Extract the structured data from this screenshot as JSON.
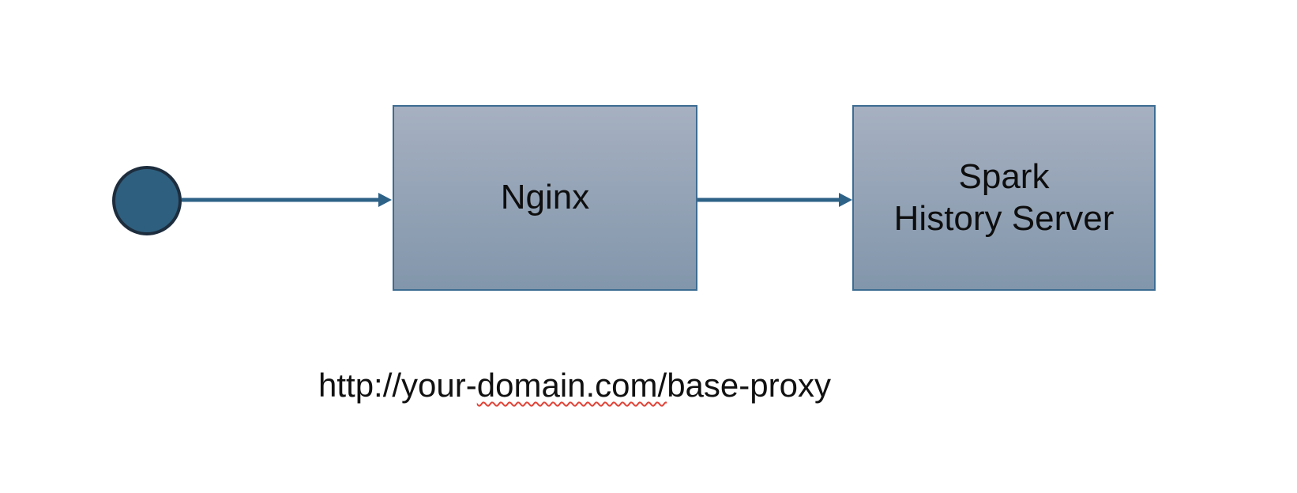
{
  "diagram": {
    "nodes": {
      "start": {
        "type": "circle-start-node"
      },
      "nginx": {
        "label": "Nginx"
      },
      "spark": {
        "label": "Spark\nHistory Server"
      }
    },
    "connectors": [
      {
        "from": "start",
        "to": "nginx",
        "direction": "right"
      },
      {
        "from": "nginx",
        "to": "spark",
        "direction": "right"
      }
    ],
    "caption": {
      "full_text": "http://your-domain.com/base-proxy",
      "prefix": "http://your-",
      "underlined": "domain.com/",
      "suffix": "base-proxy"
    },
    "colors": {
      "background": "#ffffff",
      "circle_fill": "#2e5f7e",
      "circle_border": "#1d2d3e",
      "arrow": "#2e6287",
      "box_border": "#3d6c92",
      "box_fill_top": "#a6b0c1",
      "box_fill_bottom": "#8296ab",
      "label_text": "#0e0e0e",
      "caption_text": "#111111",
      "squiggle": "#e04438"
    }
  }
}
